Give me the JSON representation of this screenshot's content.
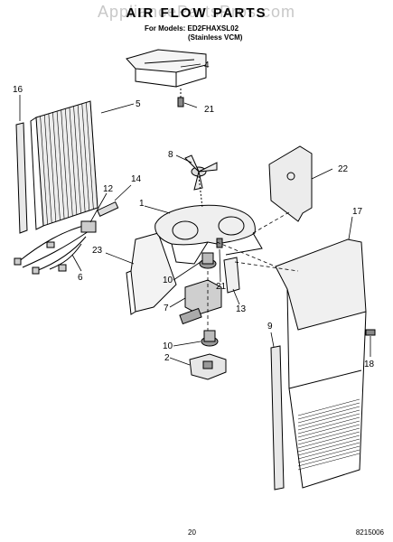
{
  "watermark": "AppliancePartsPros.com",
  "title": "AIR FLOW PARTS",
  "models_line": "For Models: ED2FHAXSL02",
  "variant_line": "(Stainless VCM)",
  "page_number": "20",
  "document_number": "8215006",
  "callouts": {
    "c1": "1",
    "c2": "2",
    "c4": "4",
    "c5": "5",
    "c6": "6",
    "c7": "7",
    "c8": "8",
    "c9": "9",
    "c10a": "10",
    "c10b": "10",
    "c12": "12",
    "c13": "13",
    "c14": "14",
    "c16": "16",
    "c17": "17",
    "c18": "18",
    "c21a": "21",
    "c21b": "21",
    "c22": "22",
    "c23": "23"
  }
}
